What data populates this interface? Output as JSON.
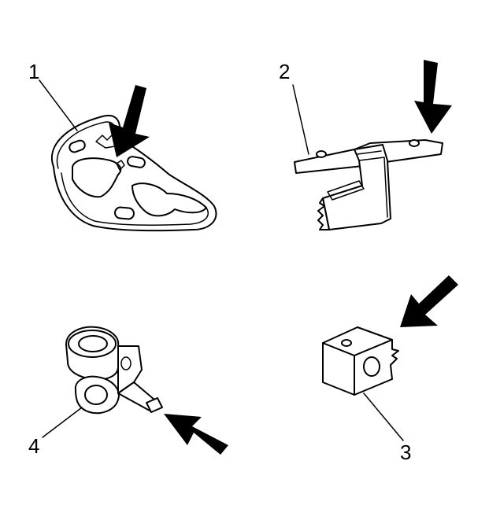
{
  "callouts": {
    "part1": "1",
    "part2": "2",
    "part3": "3",
    "part4": "4"
  },
  "colors": {
    "ink": "#000000",
    "background": "#ffffff"
  }
}
